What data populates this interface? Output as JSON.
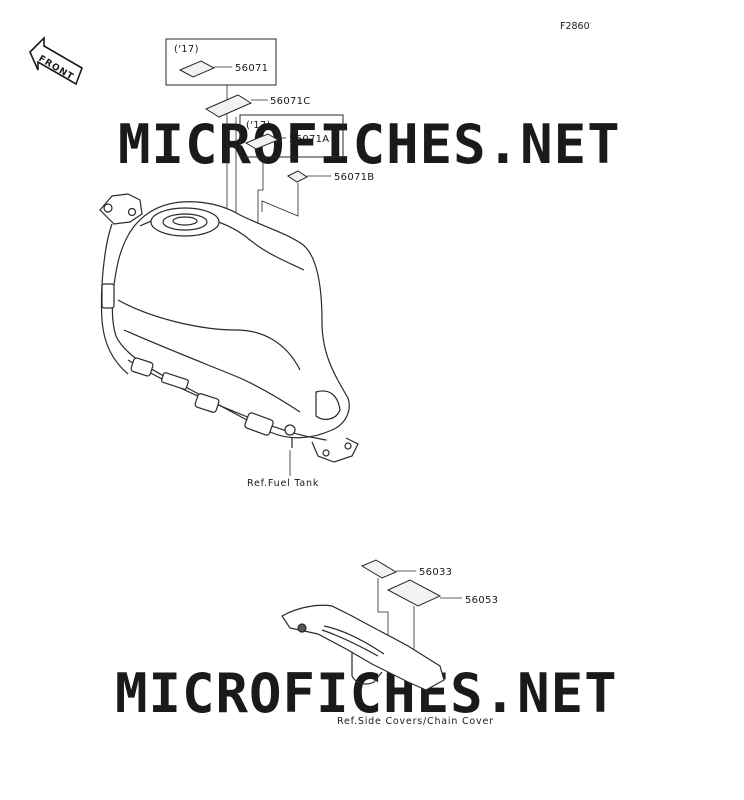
{
  "figure_code": "F2860",
  "front_label": "FRONT",
  "watermark": "MICROFICHES.NET",
  "parts": {
    "p56071_year": "('17)",
    "p56071": "56071",
    "p56071C": "56071C",
    "p56071A_year": "('17)",
    "p56071A": "56071A",
    "p56071B": "56071B",
    "p56033": "56033",
    "p56053": "56053"
  },
  "refs": {
    "fuel_tank": "Ref.Fuel Tank",
    "side_covers": "Ref.Side Covers/Chain Cover"
  },
  "colors": {
    "line": "#2a2a2a",
    "label_fill": "#f2f2f2",
    "watermark": "#dcdcdc"
  }
}
